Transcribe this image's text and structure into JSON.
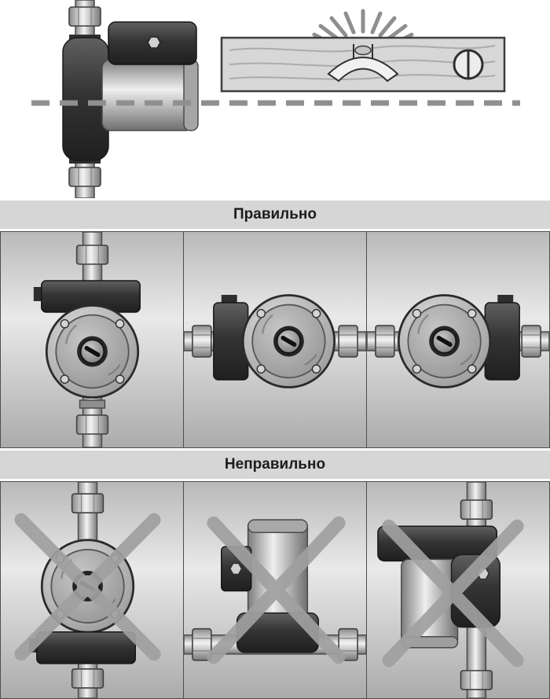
{
  "sections": {
    "orientation_guide": {
      "illustrations": {
        "pump_side_view": "circulation-pump-on-vertical-pipe-side-view",
        "spirit_level": "spirit-level-with-highlighted-bubble",
        "axis_line": "horizontal-dashed-alignment-line"
      }
    },
    "correct": {
      "label": "Правильно",
      "panels": [
        "pump-front-view-vertical-pipe-terminal-box-top",
        "pump-front-view-horizontal-pipe-terminal-box-left",
        "pump-front-view-horizontal-pipe-terminal-box-right"
      ]
    },
    "incorrect": {
      "label": "Неправильно",
      "panels": [
        "pump-front-view-terminal-box-bottom-crossed-out",
        "pump-motor-shaft-vertical-up-crossed-out",
        "pump-motor-shaft-vertical-down-crossed-out"
      ]
    }
  },
  "colors": {
    "band_bg": "#d6d6d6",
    "band_text": "#1c1c1c",
    "panel_border": "#4e4e4e",
    "panel_bg_top": "#b9b9b9",
    "panel_bg_mid": "#e9e9e9",
    "panel_bg_bottom": "#ababab",
    "cross": "#a0a0a0",
    "dashed_line": "#8f8f8f",
    "page_bg": "#ffffff"
  }
}
